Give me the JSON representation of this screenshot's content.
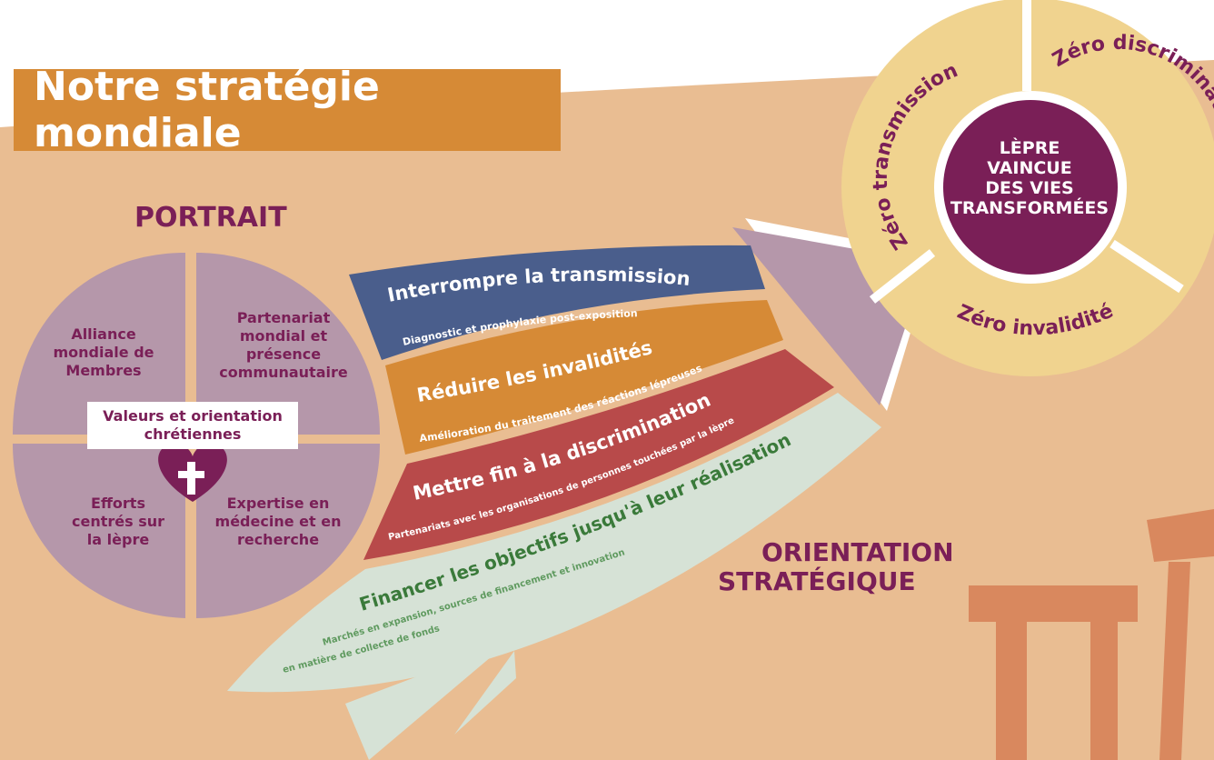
{
  "title": "Notre stratégie mondiale",
  "portrait": {
    "heading": "PORTRAIT",
    "quadrants": [
      "Alliance mondiale de Membres",
      "Partenariat mondial et présence communautaire",
      "Efforts centrés sur la lèpre",
      "Expertise en médecine et en recherche"
    ],
    "center_label": "Valeurs et orientation chrétiennes"
  },
  "orientation": {
    "heading_line1": "ORIENTATION",
    "heading_line2": "STRATÉGIQUE",
    "bands": [
      {
        "title": "Interrompre la transmission",
        "subtitle": "Diagnostic et prophylaxie post-exposition",
        "color": "#4a5e8c"
      },
      {
        "title": "Réduire les invalidités",
        "subtitle": "Amélioration du traitement des réactions lépreuses",
        "color": "#d68a36"
      },
      {
        "title": "Mettre fin à la discrimination",
        "subtitle": "Partenariats avec les organisations de personnes touchées par la lèpre",
        "color": "#b84a4a"
      },
      {
        "title": "Financer les objectifs jusqu'à leur réalisation",
        "subtitle_line1": "Marchés en expansion, sources de financement et innovation",
        "subtitle_line2": "en matière de collecte de fonds",
        "color": "#d6e2d6"
      }
    ]
  },
  "goal": {
    "ring": [
      "Zéro transmission",
      "Zéro discrimination",
      "Zéro invalidité"
    ],
    "center_lines": [
      "LÈPRE",
      "VAINCUE",
      "DES VIES",
      "TRANSFORMÉES"
    ]
  },
  "colors": {
    "background": "#e9bd92",
    "plum": "#7a1f57",
    "mauve": "#b597aa",
    "ring": "#f0d38f",
    "green_text": "#3a7a3a",
    "chair": "#d9885e"
  }
}
